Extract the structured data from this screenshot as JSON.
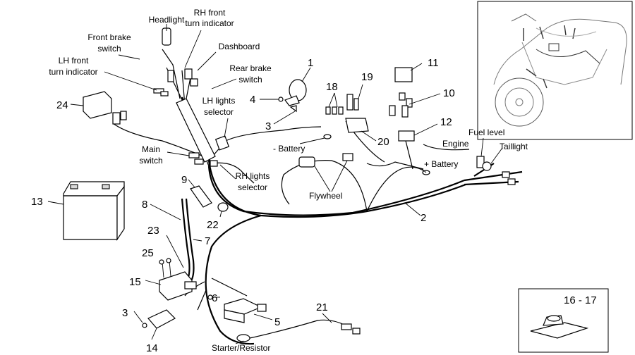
{
  "labels": {
    "headlight": "Headlight",
    "rh_front_1": "RH front",
    "rh_front_2": "turn indicator",
    "front_brake_1": "Front brake",
    "front_brake_2": "switch",
    "dashboard": "Dashboard",
    "lh_front_1": "LH front",
    "lh_front_2": "turn indicator",
    "rear_brake_1": "Rear brake",
    "rear_brake_2": "switch",
    "lh_lights_1": "LH lights",
    "lh_lights_2": "selector",
    "main_switch_1": "Main",
    "main_switch_2": "switch",
    "rh_lights_1": "RH lights",
    "rh_lights_2": "selector",
    "minus_battery": "- Battery",
    "flywheel": "Flywheel",
    "engine": "Engine",
    "plus_battery": "+ Battery",
    "fuel_level": "Fuel level",
    "taillight": "Taillight",
    "starter_resistor": "Starter/Resistor"
  },
  "numbers": {
    "n1": "1",
    "n2": "2",
    "n3a": "3",
    "n3b": "3",
    "n4": "4",
    "n5": "5",
    "n6": "6",
    "n7": "7",
    "n8": "8",
    "n9": "9",
    "n10": "10",
    "n11": "11",
    "n12": "12",
    "n13": "13",
    "n14": "14",
    "n15": "15",
    "n18": "18",
    "n19": "19",
    "n20": "20",
    "n21": "21",
    "n22": "22",
    "n23": "23",
    "n24": "24",
    "n25": "25",
    "n16_17": "16 - 17"
  }
}
